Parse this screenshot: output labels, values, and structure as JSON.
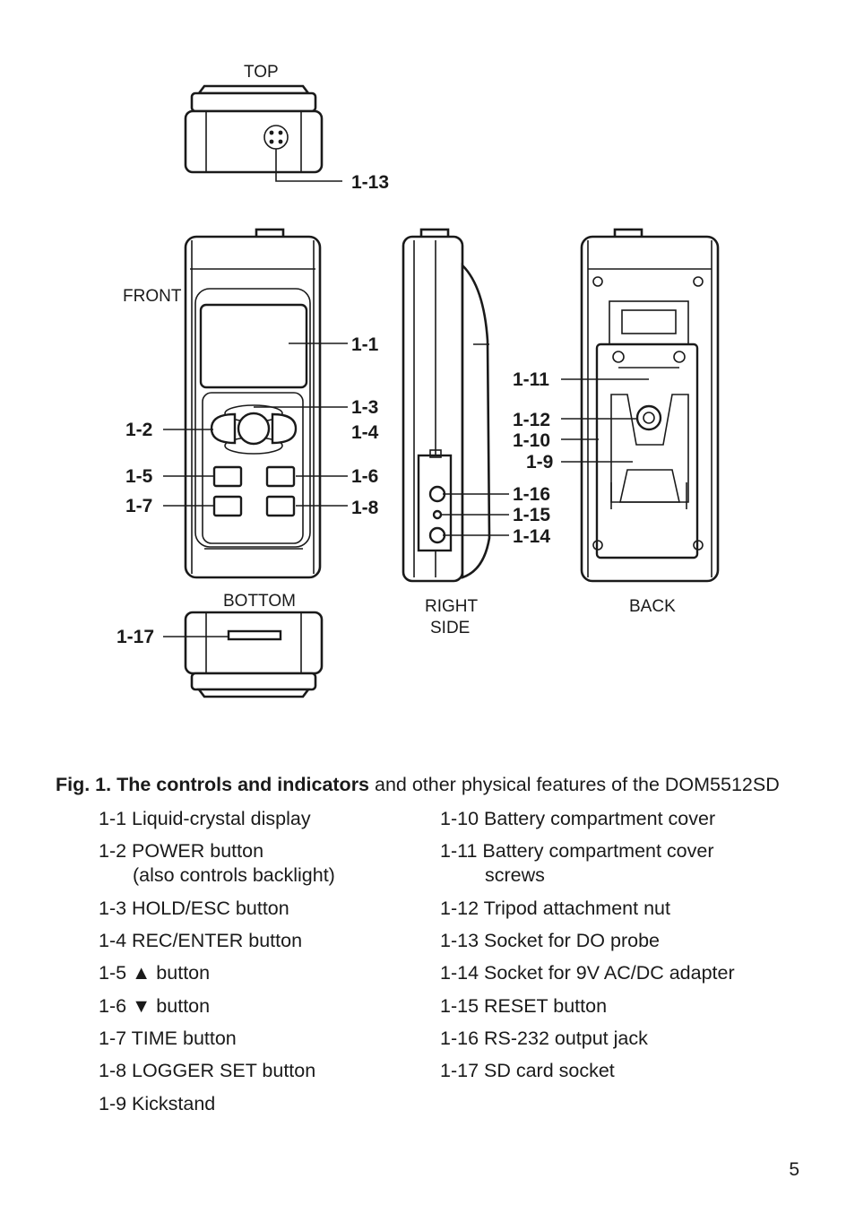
{
  "figure": {
    "view_labels": {
      "top": "TOP",
      "front": "FRONT",
      "bottom": "BOTTOM",
      "right_side_line1": "RIGHT",
      "right_side_line2": "SIDE",
      "back": "BACK"
    },
    "callouts": {
      "c1_1": "1-1",
      "c1_2": "1-2",
      "c1_3": "1-3",
      "c1_4": "1-4",
      "c1_5": "1-5",
      "c1_6": "1-6",
      "c1_7": "1-7",
      "c1_8": "1-8",
      "c1_9": "1-9",
      "c1_10": "1-10",
      "c1_11": "1-11",
      "c1_12": "1-12",
      "c1_13": "1-13",
      "c1_14": "1-14",
      "c1_15": "1-15",
      "c1_16": "1-16",
      "c1_17": "1-17"
    }
  },
  "caption": {
    "bold": "Fig. 1. The controls and indicators",
    "rest": " and other physical features of the DOM5512SD"
  },
  "items_left": [
    {
      "text": "1-1 Liquid-crystal display"
    },
    {
      "text": "1-2 POWER button",
      "sub": "(also controls backlight)"
    },
    {
      "text": "1-3 HOLD/ESC button"
    },
    {
      "text": "1-4 REC/ENTER button"
    },
    {
      "text": "1-5 ▲ button"
    },
    {
      "text": "1-6 ▼ button"
    },
    {
      "text": "1-7 TIME button"
    },
    {
      "text": "1-8 LOGGER SET button"
    },
    {
      "text": "1-9 Kickstand"
    }
  ],
  "items_right": [
    {
      "text": "1-10 Battery compartment cover"
    },
    {
      "text": "1-11 Battery compartment cover",
      "sub": "screws"
    },
    {
      "text": "1-12 Tripod attachment nut"
    },
    {
      "text": "1-13 Socket for DO probe"
    },
    {
      "text": "1-14 Socket for 9V AC/DC adapter"
    },
    {
      "text": "1-15 RESET button"
    },
    {
      "text": "1-16 RS-232 output jack"
    },
    {
      "text": "1-17 SD card socket"
    }
  ],
  "page_number": "5"
}
